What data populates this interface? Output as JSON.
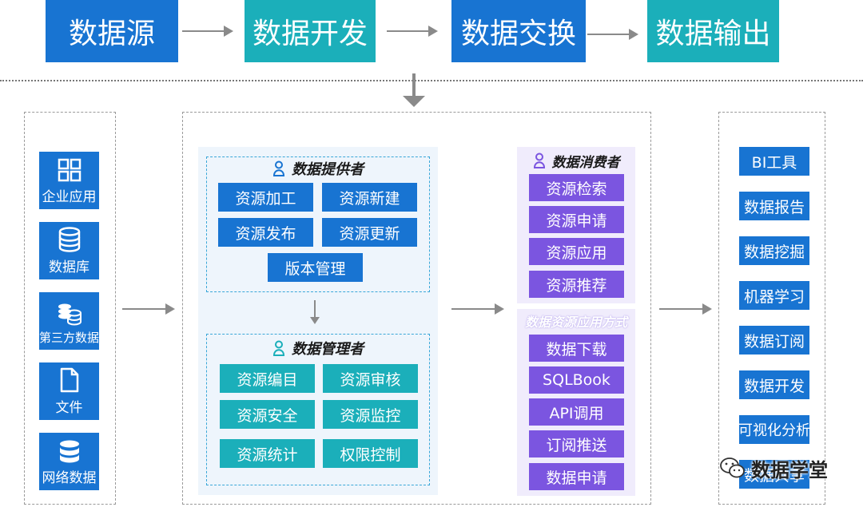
{
  "flow": {
    "stages": [
      {
        "label": "数据源",
        "color": "#1874D2"
      },
      {
        "label": "数据开发",
        "color": "#1BAFBA"
      },
      {
        "label": "数据交换",
        "color": "#1874D2"
      },
      {
        "label": "数据输出",
        "color": "#1BAFBA"
      }
    ]
  },
  "sources": [
    {
      "label": "企业应用",
      "icon": "grid-icon"
    },
    {
      "label": "数据库",
      "icon": "database-icon"
    },
    {
      "label": "第三方数据",
      "icon": "coins-database-icon"
    },
    {
      "label": "文件",
      "icon": "file-icon"
    },
    {
      "label": "网络数据",
      "icon": "database-icon"
    }
  ],
  "provider": {
    "title": "数据提供者",
    "buttons": [
      "资源加工",
      "资源新建",
      "资源发布",
      "资源更新",
      "版本管理"
    ]
  },
  "manager": {
    "title": "数据管理者",
    "buttons": [
      "资源编目",
      "资源审核",
      "资源安全",
      "资源监控",
      "资源统计",
      "权限控制"
    ]
  },
  "consumer": {
    "title": "数据消费者",
    "buttons": [
      "资源检索",
      "资源申请",
      "资源应用",
      "资源推荐"
    ]
  },
  "application": {
    "title": "数据资源应用方式",
    "buttons": [
      "数据下载",
      "SQLBook",
      "API调用",
      "订阅推送",
      "数据申请"
    ]
  },
  "outputs": [
    "BI工具",
    "数据报告",
    "数据挖掘",
    "机器学习",
    "数据订阅",
    "数据开发",
    "可视化分析",
    "数据共享"
  ],
  "watermark": {
    "text": "数据学堂"
  },
  "colors": {
    "blue": "#1874D2",
    "teal": "#1BAFBA",
    "purple": "#7B55E0"
  }
}
